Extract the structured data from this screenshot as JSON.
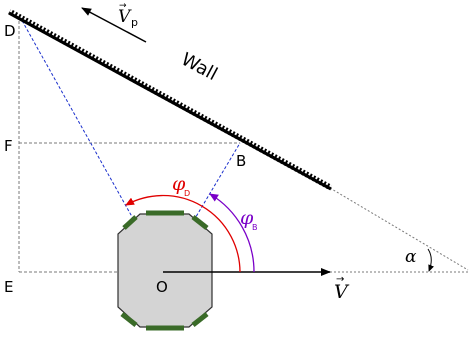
{
  "diagram": {
    "points": {
      "D": "D",
      "F": "F",
      "E": "E",
      "O": "O",
      "B": "B"
    },
    "wall_label": "Wall",
    "vectors": {
      "velocity": {
        "letter": "V",
        "arrow": "→"
      },
      "wall_velocity": {
        "letter": "V",
        "arrow": "→",
        "subscript": "p"
      }
    },
    "angles": {
      "phi_D": {
        "symbol": "φ",
        "subscript": "D"
      },
      "phi_B": {
        "symbol": "φ",
        "subscript": "B"
      },
      "alpha": "α"
    },
    "colors": {
      "wall": "#000000",
      "phi_D_arc": "#e00000",
      "phi_B_arc": "#7a00c8",
      "rays": "#1a2fcc",
      "guides": "#7a7a7a",
      "body_fill": "#d4d4d4",
      "body_outline": "#303030",
      "wheel_pads": "#3a6b28"
    }
  }
}
